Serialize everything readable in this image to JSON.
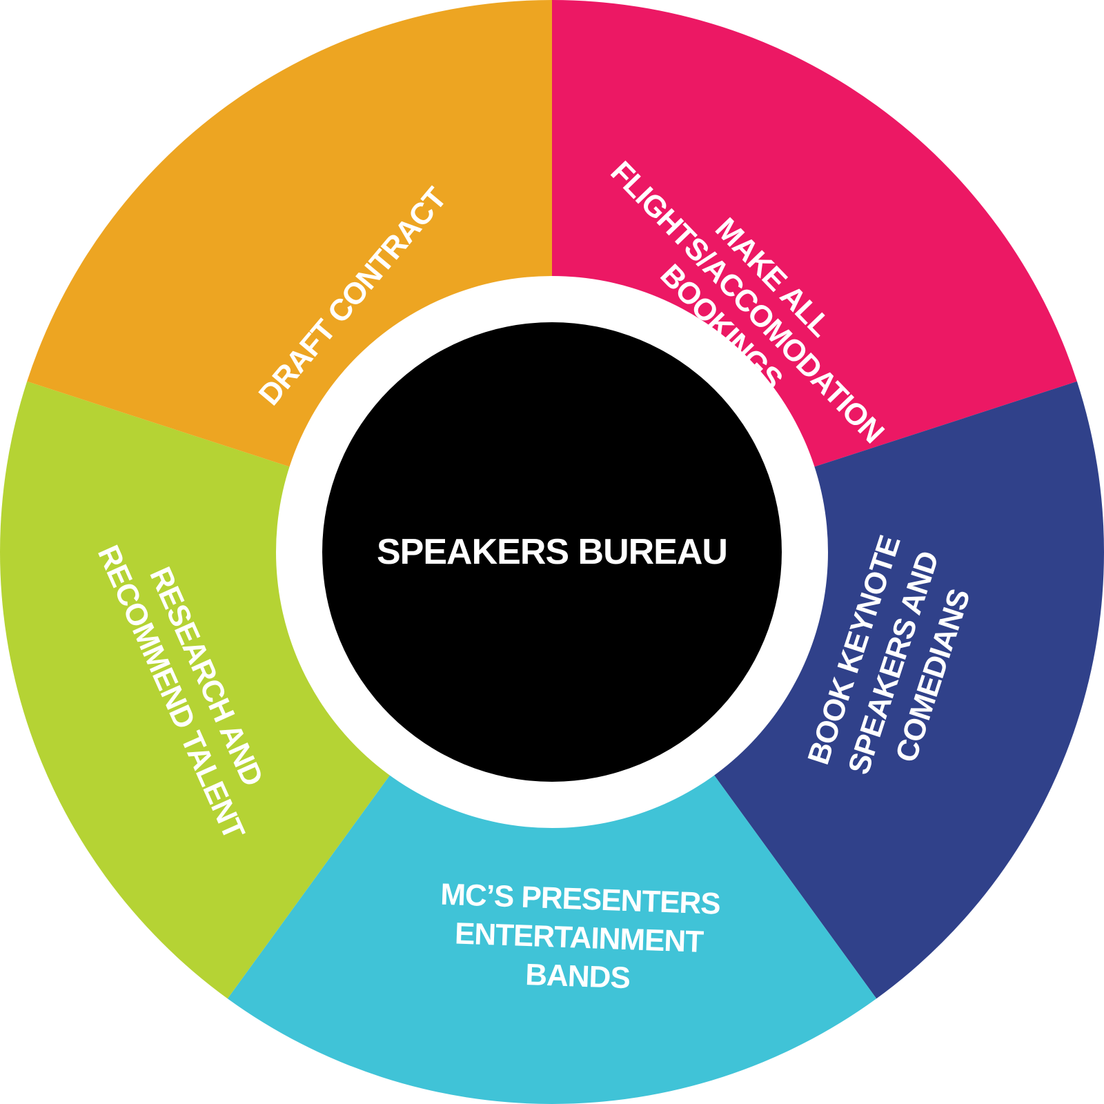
{
  "center": {
    "label": "SPEAKERS BUREAU",
    "color": "#000000"
  },
  "ring_color": "#ffffff",
  "segments": [
    {
      "id": "make-bookings",
      "color": "#ec1864",
      "lines": [
        "MAKE ALL",
        "FLIGHTS/ACCOMODATION",
        "BOOKINGS"
      ]
    },
    {
      "id": "book-keynote",
      "color": "#30418a",
      "lines": [
        "BOOK KEYNOTE",
        "SPEAKERS AND",
        "COMEDIANS"
      ]
    },
    {
      "id": "mcs-presenters",
      "color": "#40c3d7",
      "lines": [
        "MC’S PRESENTERS",
        "ENTERTAINMENT",
        "BANDS"
      ]
    },
    {
      "id": "research-talent",
      "color": "#b5d334",
      "lines": [
        "RESEARCH AND",
        "RECOMMEND TALENT"
      ]
    },
    {
      "id": "draft-contract",
      "color": "#eda522",
      "lines": [
        "DRAFT CONTRACT"
      ]
    }
  ]
}
